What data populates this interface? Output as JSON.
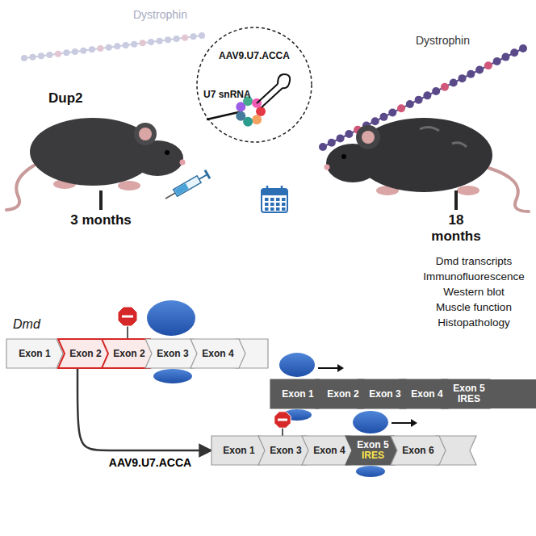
{
  "diagram": {
    "nodes": [
      {
        "text": [
          "Exon 1"
        ]
      },
      {
        "text": [
          "Exon 2"
        ]
      },
      {
        "text": [
          "Exon 2"
        ]
      },
      {
        "text": [
          "Exon 3"
        ]
      },
      {
        "text": [
          "Exon 4"
        ]
      },
      {
        "text": [
          "Exon 1"
        ]
      },
      {
        "text": [
          "Exon 2"
        ]
      },
      {
        "text": [
          "Exon 3"
        ]
      },
      {
        "text": [
          "Exon 4"
        ]
      },
      {
        "text": [
          "Exon 5",
          "IRES"
        ]
      },
      {
        "text": [
          "Exon 1"
        ]
      },
      {
        "text": [
          "Exon 3"
        ]
      },
      {
        "text": [
          "Exon 4"
        ]
      },
      {
        "text": [
          "Exon 5",
          "IRES"
        ]
      },
      {
        "text": [
          "Exon 6"
        ]
      }
    ],
    "edges": [
      {
        "from": 1,
        "to": 10,
        "label": "AAV9.U7.ACCA",
        "arrow": "to"
      }
    ],
    "labels": [
      "Dystrophin",
      "Dup2",
      "AAV9.U7.ACCA",
      "U7 snRNA",
      "Dystrophin",
      "3 months",
      "18 months",
      "Dmd transcripts",
      "Immunofluorescence",
      "Western blot",
      "Muscle function",
      "Histopathology",
      "Dmd"
    ]
  }
}
